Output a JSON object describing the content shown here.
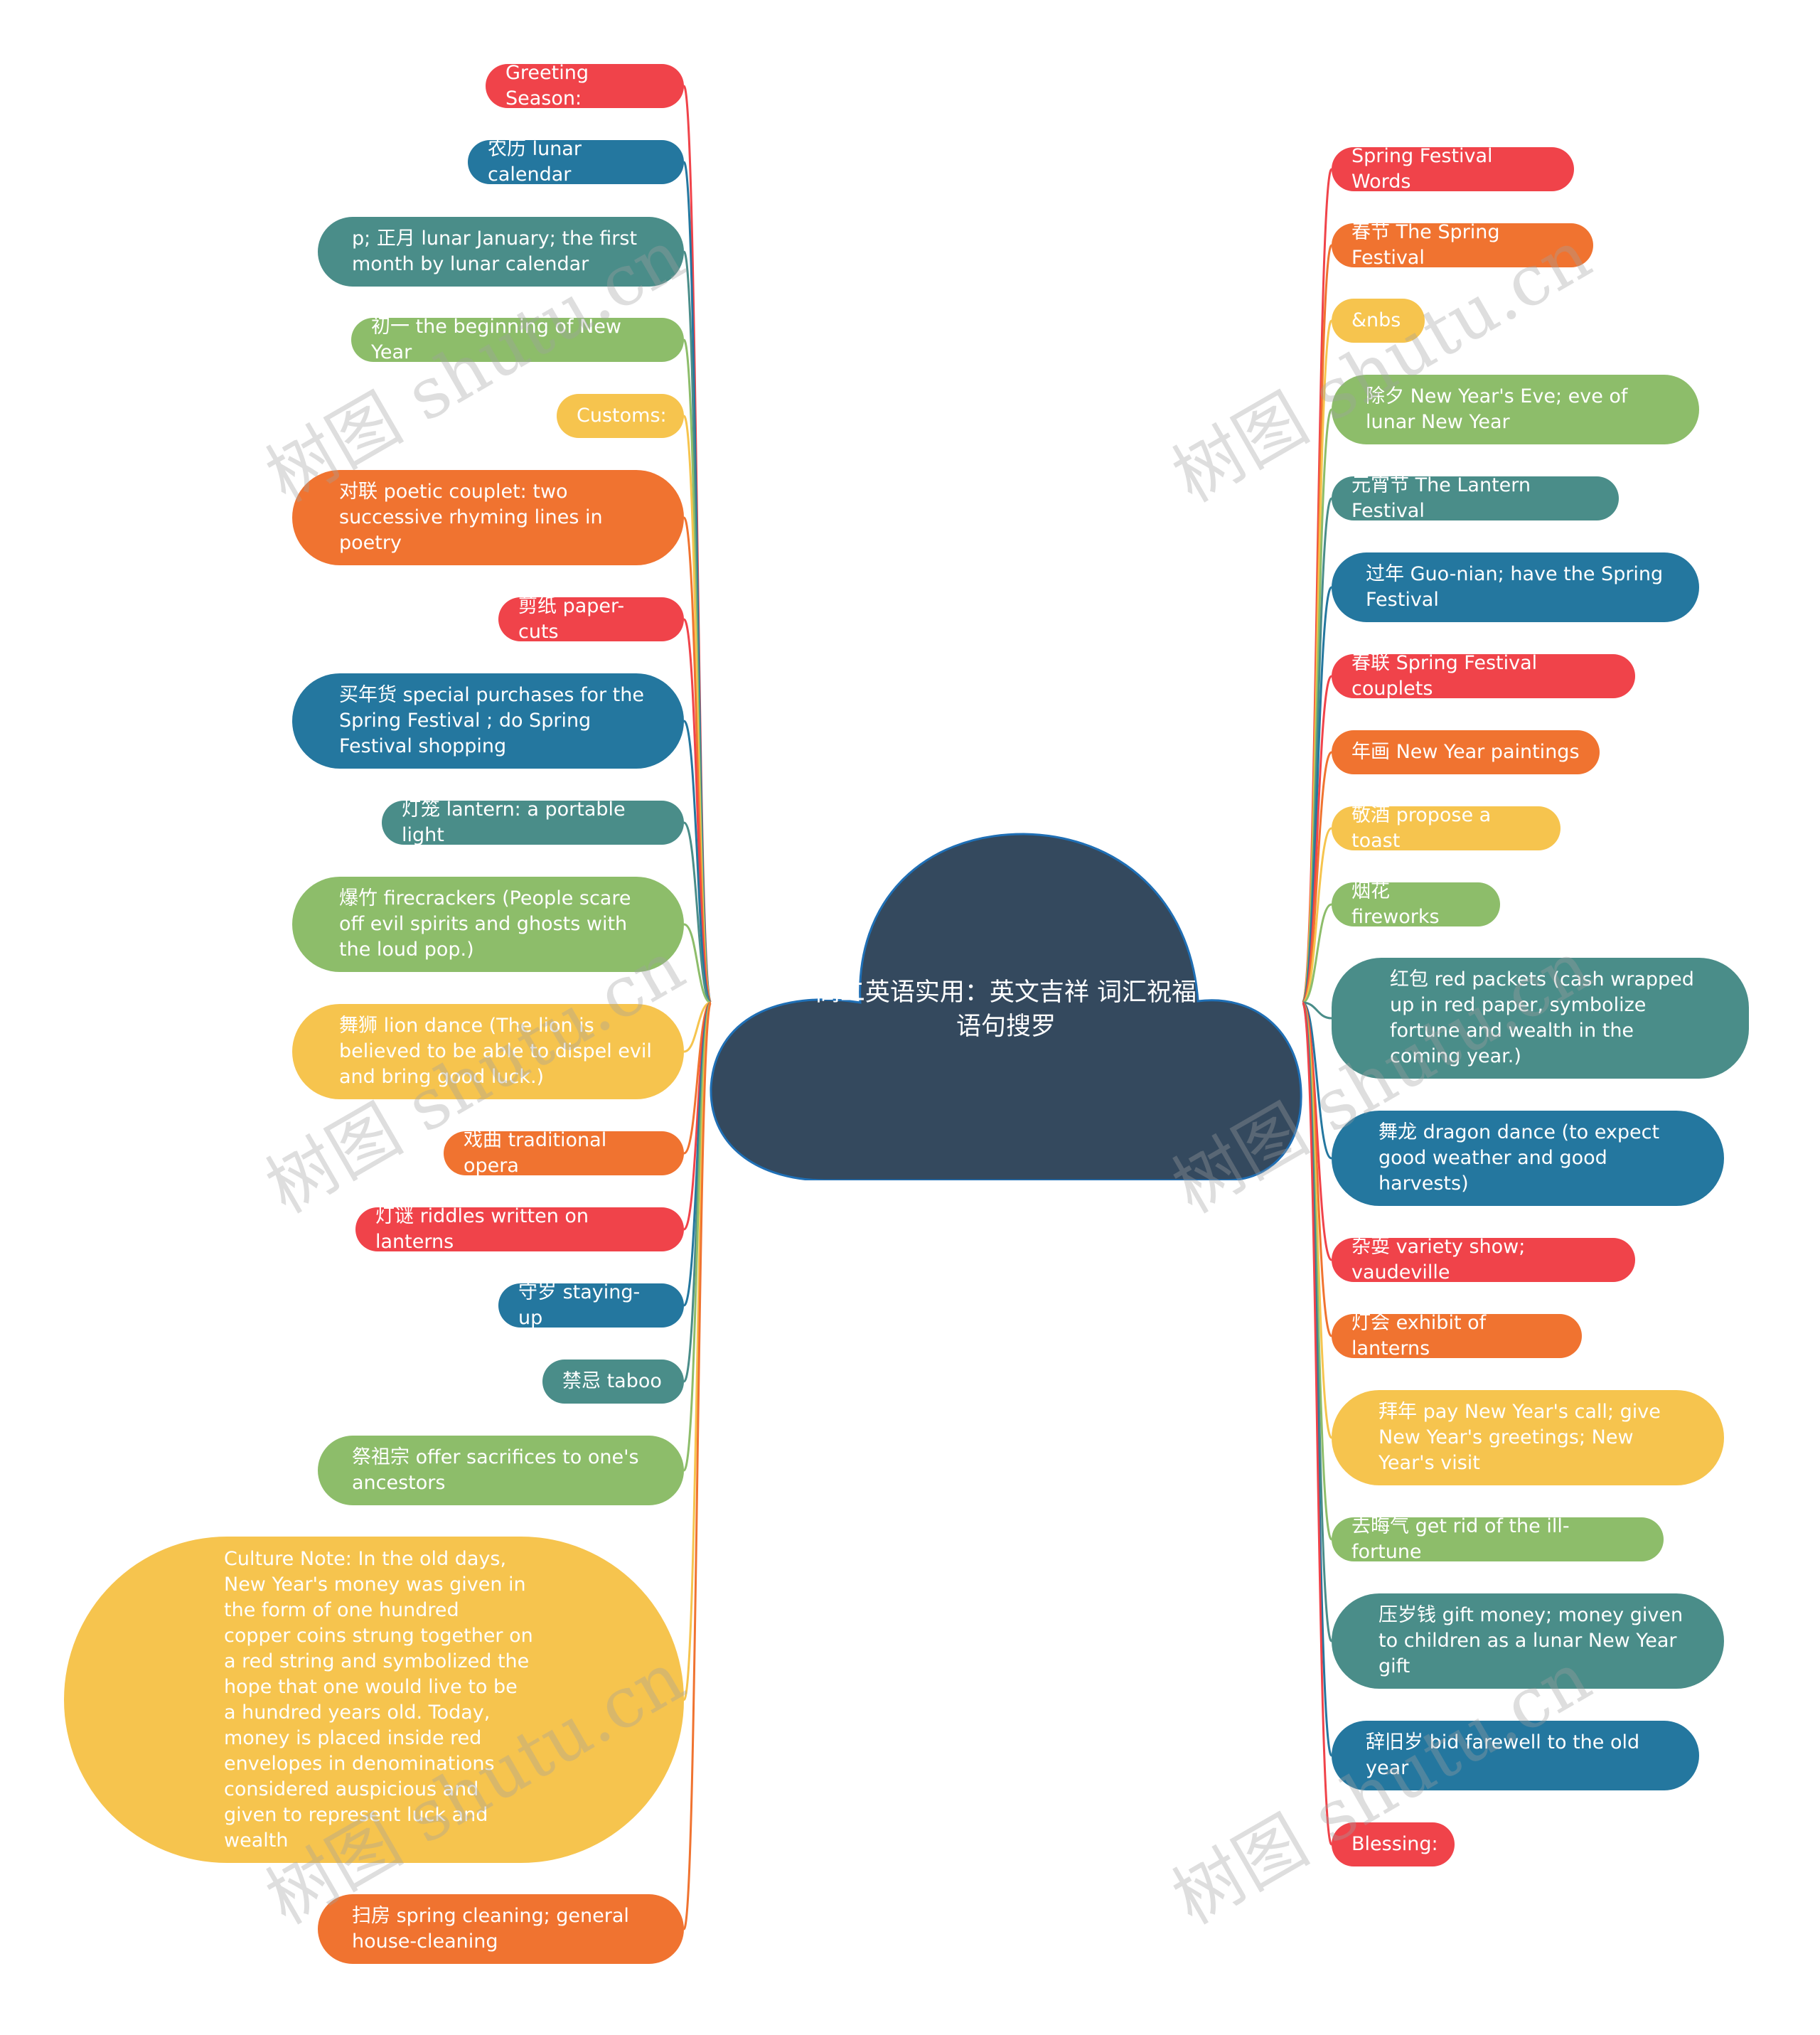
{
  "colors": {
    "red": "#f0434a",
    "blue": "#24779f",
    "teal": "#4a8d89",
    "green": "#8dbd6a",
    "yellow": "#f6c44e",
    "orange": "#f07330",
    "root": "#34495e",
    "root_border": "#1f6fb5"
  },
  "root": {
    "text": "高二英语实用：英文吉祥\n词汇祝福语句搜罗"
  },
  "left": [
    {
      "text": "Greeting Season:",
      "color": "red"
    },
    {
      "text": "农历 lunar calendar",
      "color": "blue"
    },
    {
      "text": "p; 正月 lunar January; the first\nmonth by lunar calendar",
      "color": "teal"
    },
    {
      "text": "初一 the beginning of New Year",
      "color": "green"
    },
    {
      "text": "Customs:",
      "color": "yellow"
    },
    {
      "text": "对联 poetic couplet: two\nsuccessive rhyming lines in\npoetry",
      "color": "orange"
    },
    {
      "text": "剪纸 paper-cuts",
      "color": "red"
    },
    {
      "text": "买年货 special purchases for the\nSpring Festival ; do Spring\nFestival shopping",
      "color": "blue"
    },
    {
      "text": "灯笼 lantern: a portable light",
      "color": "teal"
    },
    {
      "text": "爆竹 firecrackers (People scare\noff evil spirits and ghosts with\nthe loud pop.)",
      "color": "green"
    },
    {
      "text": "舞狮 lion dance (The lion is\nbelieved to be able to dispel evil\n and bring good luck.)",
      "color": "yellow"
    },
    {
      "text": "戏曲 traditional opera",
      "color": "orange"
    },
    {
      "text": "灯谜 riddles written on lanterns",
      "color": "red"
    },
    {
      "text": "守岁 staying-up",
      "color": "blue"
    },
    {
      "text": "禁忌 taboo",
      "color": "teal"
    },
    {
      "text": "祭祖宗 offer sacrifices to one's\nancestors",
      "color": "green"
    },
    {
      "text": "Culture Note: In the old days,\nNew Year's money was given in\nthe form of one hundred\ncopper coins strung together on\n a red string and symbolized the\n hope that one would live to be\na hundred years old. Today,\nmoney is placed inside red\nenvelopes in denominations\nconsidered auspicious and\ngiven to represent luck and\nwealth",
      "color": "yellow"
    },
    {
      "text": "扫房 spring cleaning; general\nhouse-cleaning",
      "color": "orange"
    }
  ],
  "right": [
    {
      "text": "Spring Festival Words",
      "color": "red"
    },
    {
      "text": "春节 The Spring Festival",
      "color": "orange"
    },
    {
      "text": "&nbs",
      "color": "yellow"
    },
    {
      "text": "除夕 New Year's Eve; eve of\nlunar New Year",
      "color": "green"
    },
    {
      "text": "元宵节 The Lantern Festival",
      "color": "teal"
    },
    {
      "text": "过年 Guo-nian; have the Spring\nFestival",
      "color": "blue"
    },
    {
      "text": "春联 Spring Festival couplets",
      "color": "red"
    },
    {
      "text": "年画 New Year paintings",
      "color": "orange"
    },
    {
      "text": "敬酒 propose a toast",
      "color": "yellow"
    },
    {
      "text": "烟花 fireworks",
      "color": "green"
    },
    {
      "text": "红包 red packets (cash wrapped\nup in red paper, symbolize\nfortune and wealth in the\ncoming year.)",
      "color": "teal"
    },
    {
      "text": "舞龙 dragon dance (to expect\ngood weather and good\nharvests)",
      "color": "blue"
    },
    {
      "text": "杂耍 variety show; vaudeville",
      "color": "red"
    },
    {
      "text": "灯会 exhibit of lanterns",
      "color": "orange"
    },
    {
      "text": "拜年 pay New Year's call; give\nNew Year's greetings; New\nYear's visit",
      "color": "yellow"
    },
    {
      "text": "去晦气 get rid of the ill- fortune",
      "color": "green"
    },
    {
      "text": "压岁钱 gift money; money given\nto children as a lunar New Year\ngift",
      "color": "teal"
    },
    {
      "text": "辞旧岁 bid farewell to the old\nyear",
      "color": "blue"
    },
    {
      "text": "Blessing:",
      "color": "red"
    }
  ],
  "watermark": {
    "text": "树图 shutu.cn"
  }
}
